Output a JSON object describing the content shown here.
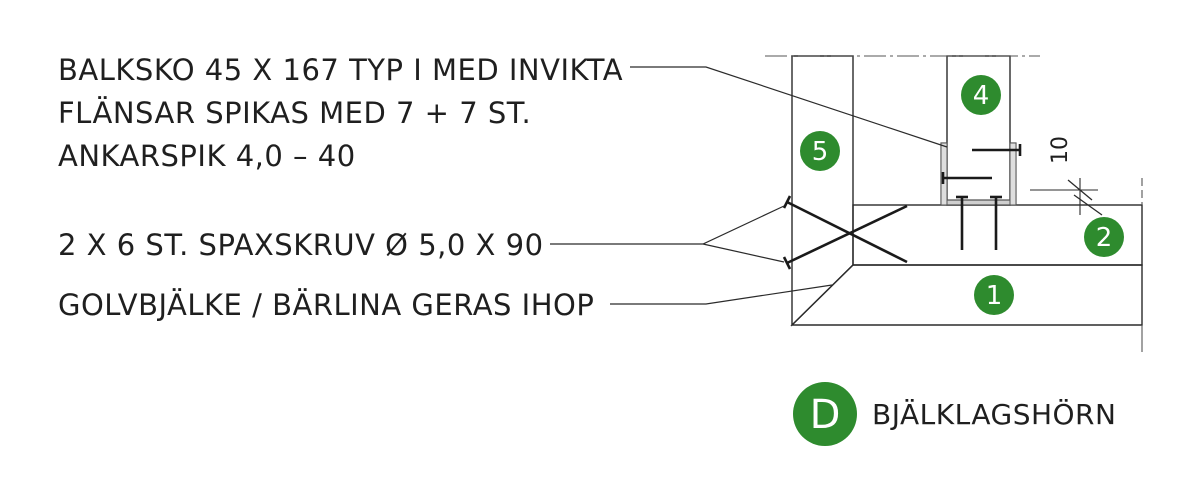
{
  "colors": {
    "wood": "#fdeaa7",
    "wood_light": "#fef2c4",
    "badge_green": "#2e8b2e",
    "hanger_grey": "#cfcfcf",
    "ink": "#1f1f1f"
  },
  "labels": {
    "line1": "BALKSKO 45 X 167 TYP I MED INVIKTA",
    "line2": "FLÄNSAR SPIKAS MED 7 + 7 ST.",
    "line3": "ANKARSPIK 4,0 – 40",
    "line4": "2 X 6 ST. SPAXSKRUV Ø 5,0 X 90",
    "line5": "GOLVBJÄLKE / BÄRLINA GERAS IHOP"
  },
  "parts": {
    "p1": "1",
    "p2": "2",
    "p4": "4",
    "p5": "5"
  },
  "dimension": {
    "gap": "10"
  },
  "detail": {
    "letter": "D",
    "title": "BJÄLKLAGSHÖRN"
  },
  "icons": {
    "detail_badge": "detail-letter-badge",
    "part_badge": "part-number-badge"
  }
}
